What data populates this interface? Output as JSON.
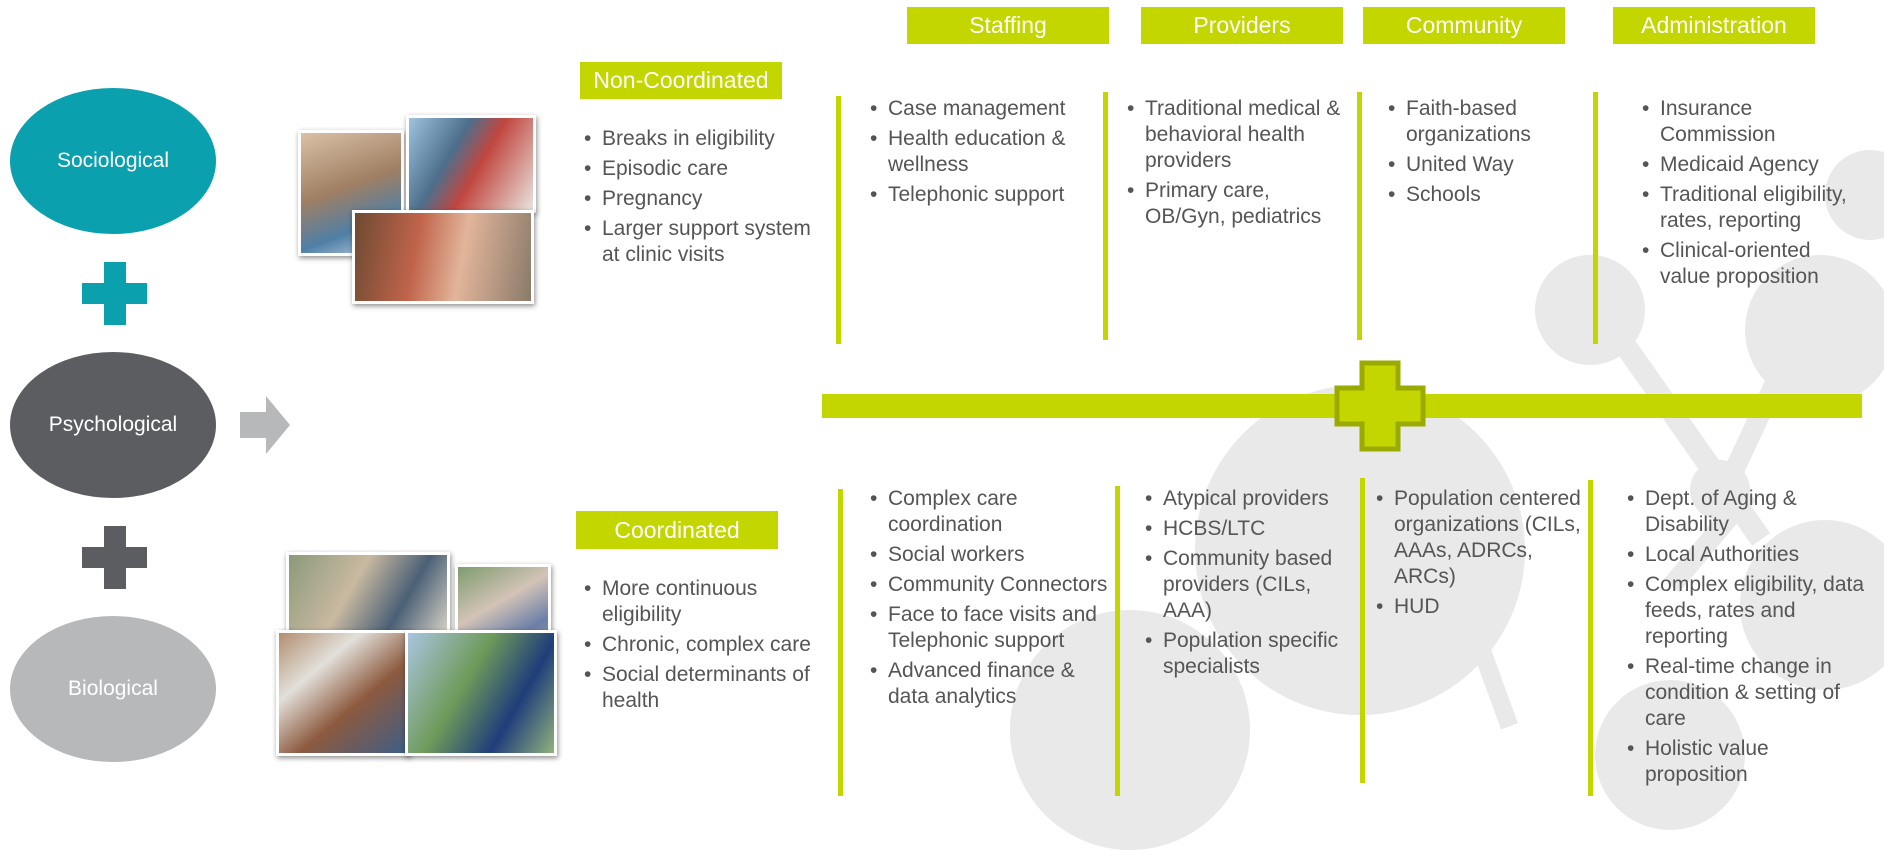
{
  "colors": {
    "accent": "#c3d600",
    "teal": "#0aa0ad",
    "dark_gray": "#5c5d60",
    "light_gray": "#b7b8ba"
  },
  "left_model": {
    "sociological": "Sociological",
    "psychological": "Psychological",
    "biological": "Biological"
  },
  "headers": {
    "staffing": "Staffing",
    "providers": "Providers",
    "community": "Community",
    "administration": "Administration"
  },
  "non_coordinated": {
    "label": "Non-Coordinated",
    "items": [
      "Breaks in eligibility",
      "Episodic care",
      "Pregnancy",
      "Larger support system at clinic visits"
    ],
    "staffing": [
      "Case management",
      "Health education & wellness",
      "Telephonic support"
    ],
    "providers": [
      "Traditional medical & behavioral health providers",
      "Primary care, OB/Gyn, pediatrics"
    ],
    "community": [
      "Faith-based organizations",
      "United Way",
      "Schools"
    ],
    "administration": [
      "Insurance Commission",
      "Medicaid Agency",
      "Traditional eligibility, rates, reporting",
      "Clinical-oriented value proposition"
    ]
  },
  "coordinated": {
    "label": "Coordinated",
    "items": [
      "More continuous eligibility",
      "Chronic, complex care",
      "Social determinants of health"
    ],
    "staffing": [
      "Complex care coordination",
      "Social workers",
      "Community Connectors",
      "Face to face visits and Telephonic support",
      "Advanced finance & data analytics"
    ],
    "providers": [
      "Atypical providers",
      "HCBS/LTC",
      "Community based providers (CILs, AAA)",
      "Population specific specialists"
    ],
    "community": [
      "Population centered organizations (CILs, AAAs, ADRCs, ARCs)",
      "HUD"
    ],
    "administration": [
      "Dept. of Aging & Disability",
      "Local Authorities",
      "Complex eligibility, data feeds, rates and reporting",
      "Real-time change in condition & setting of care",
      "Holistic value proposition"
    ]
  }
}
